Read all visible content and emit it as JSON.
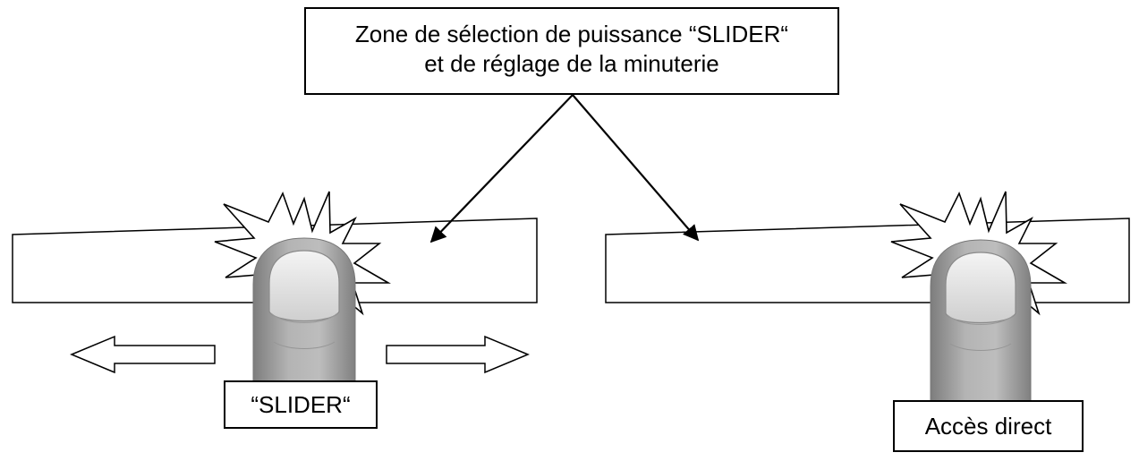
{
  "title_line1": "Zone de sélection de puissance “SLIDER“",
  "title_line2": "et de réglage de la minuterie",
  "slider_label": "“SLIDER“",
  "direct_label": "Accès direct",
  "colors": {
    "line": "#000000",
    "finger": "#a8a8a8",
    "nail": "#e8e8e8",
    "background": "#ffffff"
  }
}
